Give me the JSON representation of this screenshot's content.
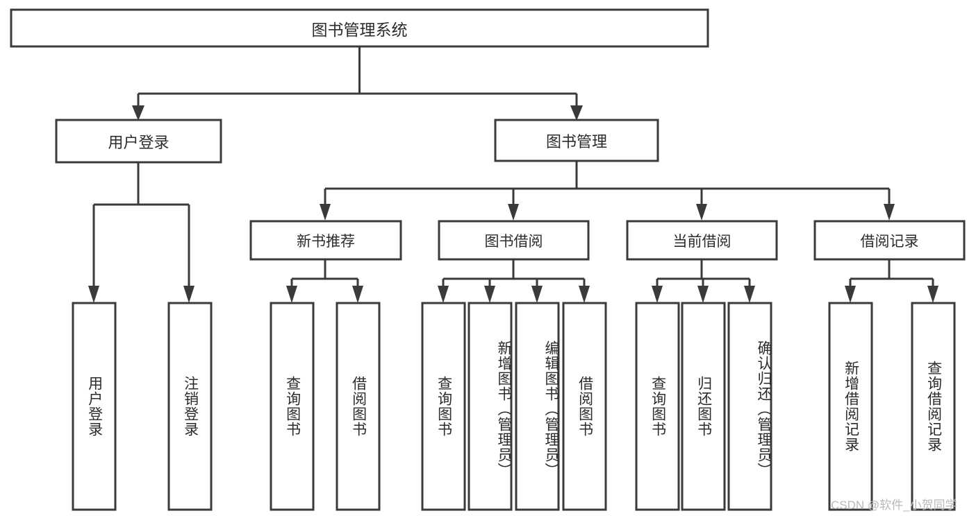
{
  "diagram": {
    "type": "tree-hierarchy",
    "title": "图书管理系统",
    "orientation": "top-down",
    "colors": {
      "stroke": "#3a3a3a",
      "fill": "#ffffff",
      "text": "#2b2b2b",
      "background": "#ffffff",
      "watermark": "#b9b9b9"
    },
    "nodes": {
      "root": "图书管理系统",
      "level2": {
        "user_login": "用户登录",
        "book_manage": "图书管理"
      },
      "level3": {
        "new_book_recommend": "新书推荐",
        "book_borrow": "图书借阅",
        "current_borrow": "当前借阅",
        "borrow_record": "借阅记录"
      },
      "leaves": {
        "user_login_1": "用户登录",
        "user_login_2": "注销登录",
        "recommend_1": "查询图书",
        "recommend_2": "借阅图书",
        "borrow_1": "查询图书",
        "borrow_2": "新增图书（管理员）",
        "borrow_3": "编辑图书（管理员）",
        "borrow_4": "借阅图书",
        "current_1": "查询图书",
        "current_2": "归还图书",
        "current_3": "确认归还（管理员）",
        "record_1": "新增借阅记录",
        "record_2": "查询借阅记录"
      }
    },
    "watermark": "CSDN @软件_小贺同学"
  }
}
